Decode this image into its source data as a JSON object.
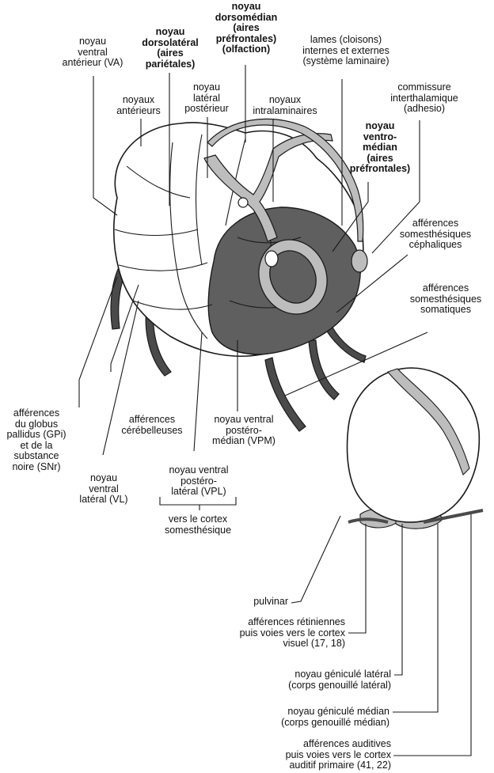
{
  "labels": {
    "va": "noyau\nventral\nantérieur (VA)",
    "dorsolateral": "noyau\ndorsolatéral\n(aires\npariétales)",
    "dorsomedian": "noyau\ndorsomédian\n(aires\npréfrontales)\n(olfaction)",
    "lames": "lames (cloisons)\ninternes et externes\n(système laminaire)",
    "commissure": "commissure\ninterthalamique\n(adhesio)",
    "anterieurs": "noyaux\nantérieurs",
    "lateral_posterieur": "noyau\nlatéral\npostérieur",
    "intralaminaires": "noyaux\nintralaminaires",
    "ventromedian": "noyau\nventro-\nmédian\n(aires\npréfrontales)",
    "afferences_cephaliques": "afférences\nsomesthésiques\ncéphaliques",
    "afferences_somatiques": "afférences\nsomesthésiques\nsomatiques",
    "globus_pallidus": "afférences\ndu globus\npallidus (GPi)\net de la\nsubstance\nnoire (SNr)",
    "cerebelleuses": "afférences\ncérébelleuses",
    "vpm": "noyau ventral\npostéro-\nmédian (VPM)",
    "vl": "noyau\nventral\nlatéral (VL)",
    "vpl": "noyau ventral\npostéro-\nlatéral (VPL)",
    "vers_cortex": "vers le cortex\nsomesthésique",
    "pulvinar": "pulvinar",
    "retiniennes": "afférences rétiniennes\npuis voies vers le cortex\nvisuel (17, 18)",
    "genicule_lateral": "noyau géniculé latéral\n(corps genouillé latéral)",
    "genicule_median": "noyau géniculé médian\n(corps genouillé médian)",
    "auditives": "afférences auditives\npuis voies vers le cortex\nauditif primaire (41, 22)"
  },
  "colors": {
    "dark_region": "#5f5f5f",
    "light_band": "#bdbdbd",
    "fiber": "#4a4a4a",
    "white": "#ffffff"
  }
}
